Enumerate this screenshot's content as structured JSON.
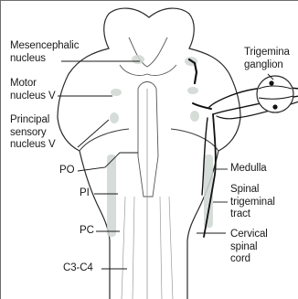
{
  "labels": {
    "mesencephalic_nucleus": "Mesencephalic\nnucleus",
    "trigeminal_ganglion": "Trigemina\nganglion",
    "motor_nucleus_v": "Motor\nnucleus V",
    "principal_sensory_nucleus_v": "Principal\nsensory\nnucleus V",
    "medulla": "Medulla",
    "po": "PO",
    "spinal_trigeminal_tract": "Spinal\ntrigeminal\ntract",
    "pi": "PI",
    "pc": "PC",
    "cervical_spinal_cord": "Cervical\nspinal\ncord",
    "c3_c4": "C3-C4"
  },
  "colors": {
    "outline": "#2a2a2a",
    "pathway": "#111111",
    "nucleus_fill": "#cfd6d2",
    "label_text": "#1a1a1a"
  }
}
